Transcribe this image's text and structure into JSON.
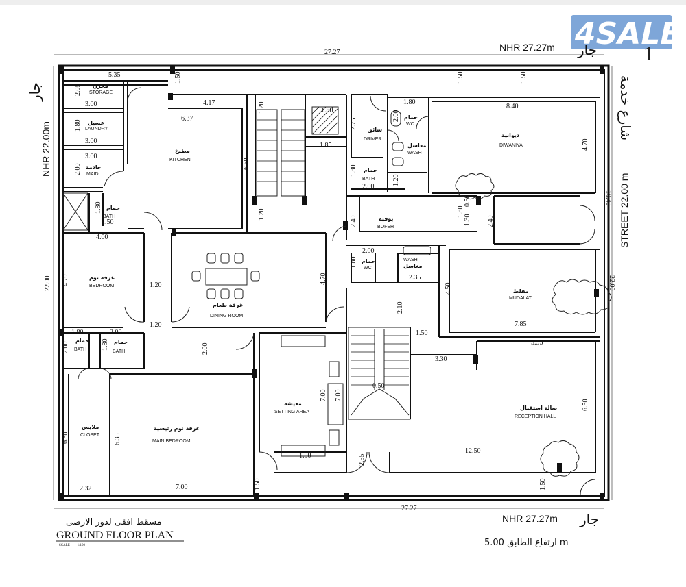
{
  "logo": {
    "text": "4SALE"
  },
  "page_number": "1",
  "title": {
    "en": "GROUND FLOOR PLAN",
    "ar": "مسقط افقى لدور الارضى",
    "scale": "SCALE ----- 1/100"
  },
  "floor_height": "ارتفاع الطابق 5.00 m",
  "neighbors": {
    "top_ar": "جار",
    "bottom_ar": "جار",
    "left_ar": "جار"
  },
  "levels": {
    "top": "NHR 27.27m",
    "bottom": "NHR 27.27m",
    "left": "NHR 22.00m"
  },
  "street": {
    "en": "STREET 22.00 m",
    "ar": "شارع خدمة"
  },
  "rooms": {
    "storage": {
      "ar": "مخزن",
      "en": "STORAGE"
    },
    "laundry": {
      "ar": "غسيل",
      "en": "LAUNDRY"
    },
    "maid": {
      "ar": "خادمة",
      "en": "MAID"
    },
    "bath_maid": {
      "ar": "حمام",
      "en": "BATH"
    },
    "kitchen": {
      "ar": "مطبخ",
      "en": "KITCHEN"
    },
    "driver": {
      "ar": "سائق",
      "en": "DRIVER"
    },
    "bath_driver": {
      "ar": "حمام",
      "en": "BATH"
    },
    "wc_top": {
      "ar": "حمام",
      "en": "WC"
    },
    "wash_top": {
      "ar": "مغاسل",
      "en": "WASH"
    },
    "diwaniya": {
      "ar": "ديوانية",
      "en": "DIWANIYA"
    },
    "bofeh": {
      "ar": "بوفيه",
      "en": "BOFEH"
    },
    "wc_mid": {
      "ar": "حمام",
      "en": "WC"
    },
    "wash_mid": {
      "ar": "مغاسل",
      "en": "WASH"
    },
    "mudalat": {
      "ar": "مقلط",
      "en": "MUDALAT"
    },
    "bedroom": {
      "ar": "غرفة نوم",
      "en": "BEDROOM"
    },
    "dining": {
      "ar": "غرفة طعام",
      "en": "DINING ROOM"
    },
    "bath_1": {
      "ar": "حمام",
      "en": "BATH"
    },
    "bath_2": {
      "ar": "حمام",
      "en": "BATH"
    },
    "closet": {
      "ar": "ملابس",
      "en": "CLOSET"
    },
    "main_bedroom": {
      "ar": "غرفة نوم رئيسية",
      "en": "MAIN BEDROOM"
    },
    "setting": {
      "ar": "معيشة",
      "en": "SETTING AREA"
    },
    "reception": {
      "ar": "صالة استقبال",
      "en": "RECEPTION HALL"
    }
  },
  "dims": {
    "d2727_top": "27.27",
    "d2727_bot": "27.27",
    "d2200_left": "22.00",
    "d2200_right": "22.00",
    "d535": "5.35",
    "d150_a": "1.50",
    "d150_b": "1.50",
    "d150_c": "1.50",
    "d150_d": "1.50",
    "d150_e": "1.50",
    "d150_f": "1.50",
    "d150_g": "1.50",
    "d150_h": "1.50",
    "d205": "2.05",
    "d300_a": "3.00",
    "d300_b": "3.00",
    "d300_c": "3.00",
    "d180_a": "1.80",
    "d180_b": "1.80",
    "d180_c": "1.80",
    "d180_d": "1.80",
    "d180_e": "1.80",
    "d180_f": "1.80",
    "d180_g": "1.80",
    "d180_h": "1.80",
    "d180_i": "1.80",
    "d200_a": "2.00",
    "d200_b": "2.00",
    "d200_c": "2.00",
    "d200_d": "2.00",
    "d200_e": "2.00",
    "d200_f": "2.00",
    "d200_g": "2.00",
    "d417": "4.17",
    "d637": "6.37",
    "d660": "6.60",
    "d120_a": "1.20",
    "d120_b": "1.20",
    "d120_c": "1.20",
    "d120_d": "1.20",
    "d120_e": "1.20",
    "d185": "1.85",
    "d275": "2.75",
    "d840": "8.40",
    "d470_a": "4.70",
    "d470_b": "4.70",
    "d470_c": "4.70",
    "d1040": "10.40",
    "d400": "4.00",
    "d240_a": "2.40",
    "d240_b": "2.40",
    "d130": "1.30",
    "d050_a": "0.50",
    "d050_b": "0.50",
    "d235": "2.35",
    "d450": "4.50",
    "d210": "2.10",
    "d785": "7.85",
    "d330": "3.30",
    "d595": "5.95",
    "d650": "6.50",
    "d700_a": "7.00",
    "d700_b": "7.00",
    "d700_c": "7.00",
    "d630": "6.30",
    "d635": "6.35",
    "d232": "2.32",
    "d1250": "12.50",
    "d255": "2.55"
  }
}
